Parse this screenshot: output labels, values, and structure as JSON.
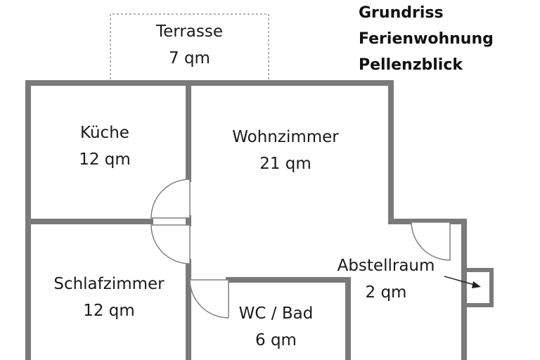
{
  "title": {
    "line1": "Grundriss",
    "line2": "Ferienwohnung",
    "line3": "Pellenzblick"
  },
  "rooms": {
    "terrasse": {
      "name": "Terrasse",
      "area": "7 qm"
    },
    "kueche": {
      "name": "Küche",
      "area": "12 qm"
    },
    "wohnzimmer": {
      "name": "Wohnzimmer",
      "area": "21 qm"
    },
    "schlafzimmer": {
      "name": "Schlafzimmer",
      "area": "12 qm"
    },
    "wc_bad": {
      "name": "WC / Bad",
      "area": "6 qm"
    },
    "abstellraum": {
      "name": "Abstellraum",
      "area": "2 qm"
    }
  },
  "colors": {
    "wall": "#7a7a7a",
    "door": "#808080",
    "terrace_outline": "#9a9a9a",
    "text": "#1a1a1a"
  }
}
